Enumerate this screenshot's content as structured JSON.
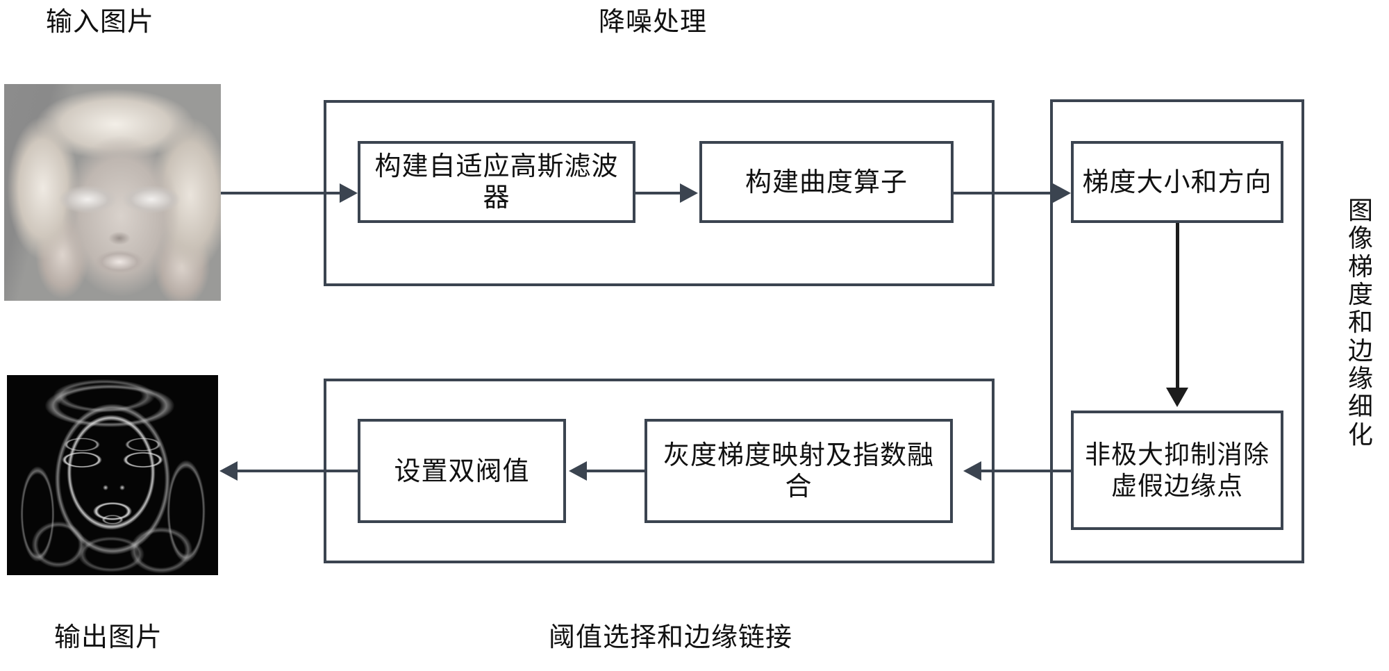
{
  "diagram": {
    "title_labels": {
      "input_image": "输入图片",
      "denoise": "降噪处理",
      "gradient_vertical": "图像梯度和边缘细化",
      "output_image": "输出图片",
      "threshold_linking": "阈值选择和边缘链接"
    },
    "stages": [
      {
        "id": "adaptive-gaussian-filter",
        "label": "构建自适应高斯滤波器",
        "group": "denoise"
      },
      {
        "id": "curvature-operator",
        "label": "构建曲度算子",
        "group": "denoise"
      },
      {
        "id": "gradient-magnitude-direction",
        "label": "梯度大小和方向",
        "group": "gradient"
      },
      {
        "id": "non-maximum-suppression",
        "label": "非极大抑制消除\n虚假边缘点",
        "label_line1": "非极大抑制消除",
        "label_line2": "虚假边缘点",
        "group": "gradient"
      },
      {
        "id": "gray-gradient-mapping",
        "label": "灰度梯度映射及指数融合",
        "group": "threshold"
      },
      {
        "id": "double-threshold",
        "label": "设置双阀值",
        "group": "threshold"
      }
    ],
    "images": [
      {
        "id": "input-photo",
        "caption": "输入图片",
        "kind": "grayscale-portrait"
      },
      {
        "id": "output-photo",
        "caption": "输出图片",
        "kind": "edge-map"
      }
    ],
    "colors": {
      "stroke": "#3b4450",
      "arrow": "#1c1c1c",
      "text": "#111111",
      "background": "#ffffff"
    }
  }
}
